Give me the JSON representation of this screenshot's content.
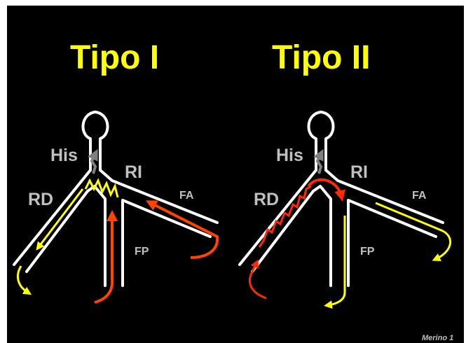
{
  "slide": {
    "background": "#000000",
    "credit": "Merino 1"
  },
  "panels": [
    {
      "id": "tipo-1",
      "title": "Tipo  I",
      "labels": {
        "his": "His",
        "ri": "RI",
        "rd": "RD",
        "fa": "FA",
        "fp": "FP"
      }
    },
    {
      "id": "tipo-2",
      "title": "Tipo II",
      "labels": {
        "his": "His",
        "ri": "RI",
        "rd": "RD",
        "fa": "FA",
        "fp": "FP"
      }
    }
  ],
  "colors": {
    "title": "#ffff00",
    "label_big": "#c0c0c0",
    "label_small": "#c0c0c0",
    "conduction_wall": "#ffffff",
    "his_arrow": "#808080",
    "yellow_path": "#ffff00",
    "red_path": "#ff2a00",
    "orange_path": "#ff4400"
  }
}
